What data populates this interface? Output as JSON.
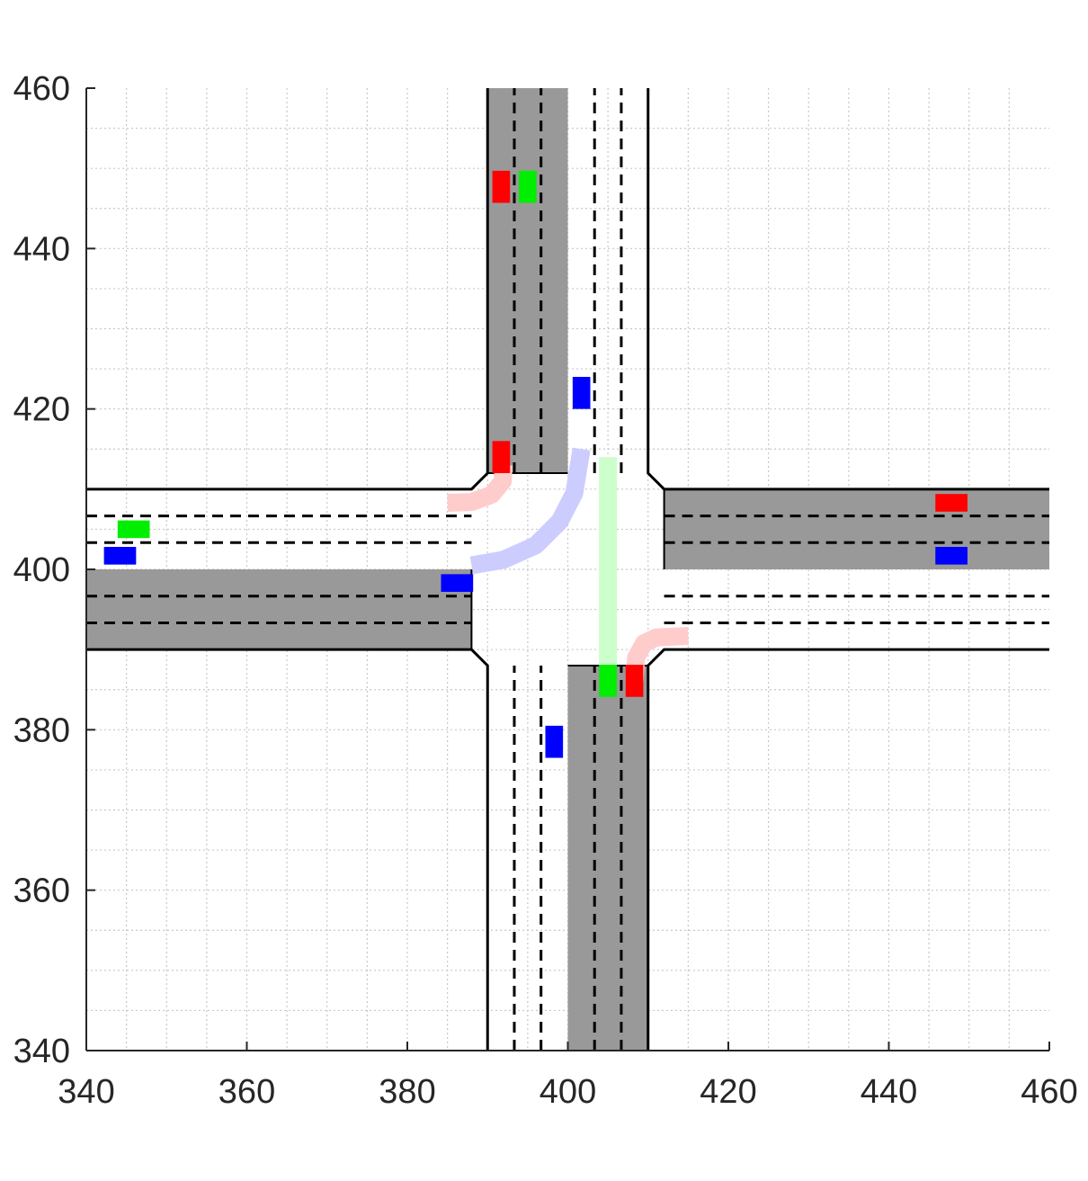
{
  "chart_data": {
    "type": "diagram",
    "title": "",
    "xlabel": "",
    "ylabel": "",
    "xlim": [
      340,
      460
    ],
    "ylim": [
      340,
      460
    ],
    "x_ticks": [
      340,
      360,
      380,
      400,
      420,
      440,
      460
    ],
    "y_ticks": [
      340,
      360,
      380,
      400,
      420,
      440,
      460
    ],
    "minor_grid_step": 5,
    "grid": true,
    "roads": {
      "vertical": {
        "x_left": 390,
        "x_center": 400,
        "x_right": 410,
        "lane_width": 3.33
      },
      "horizontal": {
        "y_bottom": 390,
        "y_center": 400,
        "y_top": 410,
        "lane_width": 3.33
      },
      "intersection_box": {
        "x_min": 388,
        "x_max": 412,
        "y_min": 388,
        "y_max": 412,
        "corner_cut": 2
      },
      "shaded_color": "#999999",
      "stripe_color": "#000000"
    },
    "trajectories": [
      {
        "color": "#ffcccc",
        "points": [
          [
            385,
            408.3
          ],
          [
            388,
            408.4
          ],
          [
            390.5,
            409.3
          ],
          [
            391.9,
            411
          ],
          [
            392,
            413
          ]
        ]
      },
      {
        "color": "#ccccff",
        "points": [
          [
            388,
            400.5
          ],
          [
            392,
            401.2
          ],
          [
            396,
            403
          ],
          [
            399,
            406
          ],
          [
            400.8,
            409.5
          ],
          [
            401.7,
            415
          ]
        ]
      },
      {
        "color": "#ccffcc",
        "points": [
          [
            405,
            388
          ],
          [
            405,
            414
          ]
        ]
      },
      {
        "color": "#ffcccc",
        "points": [
          [
            408.3,
            386
          ],
          [
            408.5,
            389
          ],
          [
            409.5,
            390.8
          ],
          [
            411,
            391.5
          ],
          [
            415,
            391.7
          ]
        ]
      }
    ],
    "vehicles": [
      {
        "color": "#ff0000",
        "x": 391.7,
        "y": 447.7,
        "w": 2.2,
        "h": 4
      },
      {
        "color": "#00ee00",
        "x": 395,
        "y": 447.7,
        "w": 2.2,
        "h": 4
      },
      {
        "color": "#0000ff",
        "x": 401.7,
        "y": 422,
        "w": 2.2,
        "h": 4
      },
      {
        "color": "#ff0000",
        "x": 391.7,
        "y": 414,
        "w": 2.2,
        "h": 4
      },
      {
        "color": "#0000ff",
        "x": 386.2,
        "y": 398.3,
        "w": 4,
        "h": 2.2
      },
      {
        "color": "#00ee00",
        "x": 345.9,
        "y": 405,
        "w": 4,
        "h": 2.2
      },
      {
        "color": "#0000ff",
        "x": 344.2,
        "y": 401.7,
        "w": 4,
        "h": 2.2
      },
      {
        "color": "#ff0000",
        "x": 447.8,
        "y": 408.3,
        "w": 4,
        "h": 2.2
      },
      {
        "color": "#0000ff",
        "x": 447.8,
        "y": 401.7,
        "w": 4,
        "h": 2.2
      },
      {
        "color": "#00ee00",
        "x": 405,
        "y": 386.1,
        "w": 2.2,
        "h": 4
      },
      {
        "color": "#ff0000",
        "x": 408.3,
        "y": 386.1,
        "w": 2.2,
        "h": 4
      },
      {
        "color": "#0000ff",
        "x": 398.3,
        "y": 378.5,
        "w": 2.2,
        "h": 4
      }
    ]
  }
}
